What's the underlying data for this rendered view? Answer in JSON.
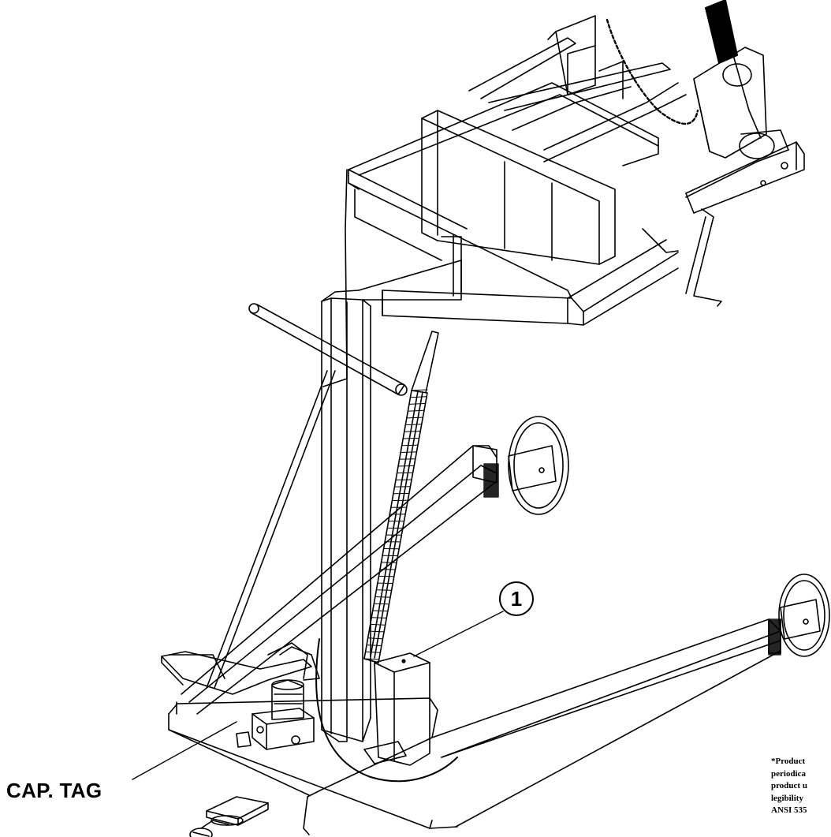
{
  "labels": {
    "capacity_tag": "CAP. TAG",
    "callout_number": "1"
  },
  "note": {
    "lines": [
      "*Product",
      "periodica",
      "product u",
      "legibility",
      "ANSI 535"
    ]
  },
  "colors": {
    "line": "#000000",
    "background": "#ffffff"
  }
}
